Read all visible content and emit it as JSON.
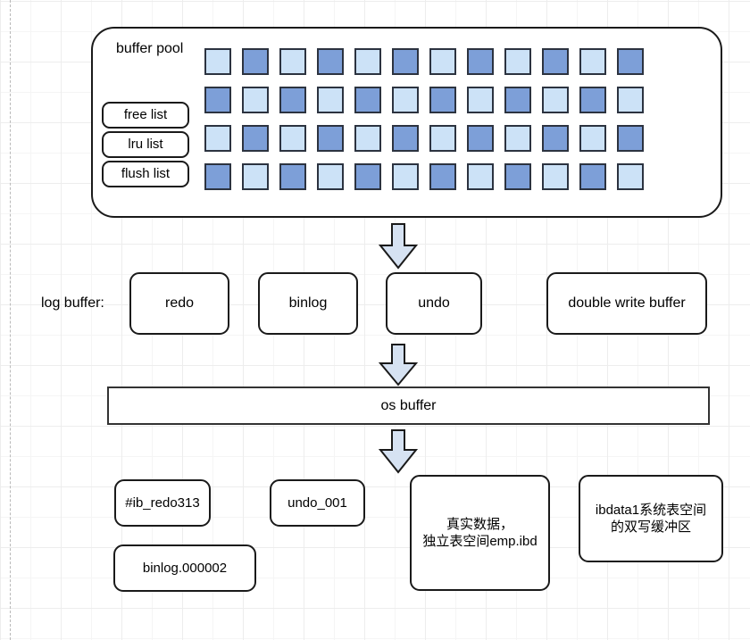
{
  "diagram": {
    "title": "MySQL InnoDB buffer and file flow",
    "colors": {
      "page_light": "#cce2f7",
      "page_dark": "#7d9fd8",
      "arrow_fill": "#d6e2f2",
      "stroke": "#1a1a1a",
      "grid_line": "#ededed",
      "background": "#ffffff"
    }
  },
  "buffer_pool": {
    "title": "buffer pool",
    "lists": [
      {
        "label": "free list"
      },
      {
        "label": "lru list"
      },
      {
        "label": "flush list"
      }
    ],
    "grid": {
      "columns": 12,
      "rows": 4,
      "pattern": "checkerboard",
      "cells": [
        [
          "light",
          "dark",
          "light",
          "dark",
          "light",
          "dark",
          "light",
          "dark",
          "light",
          "dark",
          "light",
          "dark"
        ],
        [
          "dark",
          "light",
          "dark",
          "light",
          "dark",
          "light",
          "dark",
          "light",
          "dark",
          "light",
          "dark",
          "light"
        ],
        [
          "light",
          "dark",
          "light",
          "dark",
          "light",
          "dark",
          "light",
          "dark",
          "light",
          "dark",
          "light",
          "dark"
        ],
        [
          "dark",
          "light",
          "dark",
          "light",
          "dark",
          "light",
          "dark",
          "light",
          "dark",
          "light",
          "dark",
          "light"
        ]
      ]
    }
  },
  "log_buffer": {
    "label": "log buffer:",
    "boxes": [
      {
        "label": "redo"
      },
      {
        "label": "binlog"
      },
      {
        "label": "undo"
      },
      {
        "label": "double write buffer"
      }
    ]
  },
  "os_buffer": {
    "label": "os buffer"
  },
  "files": [
    {
      "label": "#ib_redo313"
    },
    {
      "label": "binlog.000002"
    },
    {
      "label": "undo_001"
    },
    {
      "label": "真实数据，\n独立表空间emp.ibd"
    },
    {
      "label": "ibdata1系统表空间\n的双写缓冲区"
    }
  ],
  "arrows": [
    {
      "name": "buffer-pool-to-undo"
    },
    {
      "name": "undo-to-os-buffer"
    },
    {
      "name": "os-buffer-to-files"
    }
  ]
}
